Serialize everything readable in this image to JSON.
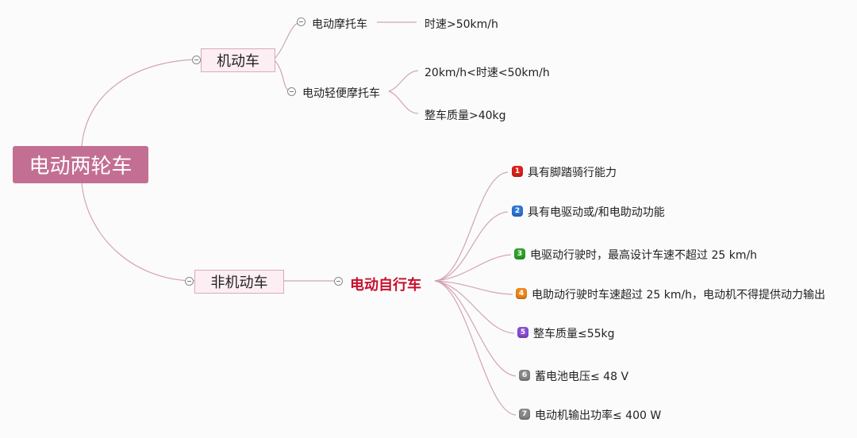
{
  "root": {
    "label": "电动两轮车"
  },
  "branches": {
    "motor": {
      "label": "机动车",
      "moto": {
        "label": "电动摩托车",
        "leaf": "时速>50km/h"
      },
      "light": {
        "label": "电动轻便摩托车",
        "leaves": [
          "20km/h<时速<50km/h",
          "整车质量>40kg"
        ]
      }
    },
    "nonmotor": {
      "label": "非机动车",
      "ebike": {
        "label": "电动自行车",
        "features": [
          {
            "num": "1",
            "color": "#e0211b",
            "text": "具有脚踏骑行能力"
          },
          {
            "num": "2",
            "color": "#2f78d8",
            "text": "具有电驱动或/和电助动功能"
          },
          {
            "num": "3",
            "color": "#2ea52b",
            "text": "电驱动行驶时，最高设计车速不超过 25 km/h"
          },
          {
            "num": "4",
            "color": "#f08a1e",
            "text": "电助动行驶时车速超过 25 km/h，电动机不得提供动力输出"
          },
          {
            "num": "5",
            "color": "#8b4fd6",
            "text": "整车质量≤55kg"
          },
          {
            "num": "6",
            "color": "#8a8a8a",
            "text": "蓄电池电压≤ 48 V"
          },
          {
            "num": "7",
            "color": "#8a8a8a",
            "text": "电动机输出功率≤ 400 W"
          }
        ]
      }
    }
  },
  "colors": {
    "link": "#d9a9bc",
    "root": "#c36f93",
    "ebike": "#c8102e"
  }
}
